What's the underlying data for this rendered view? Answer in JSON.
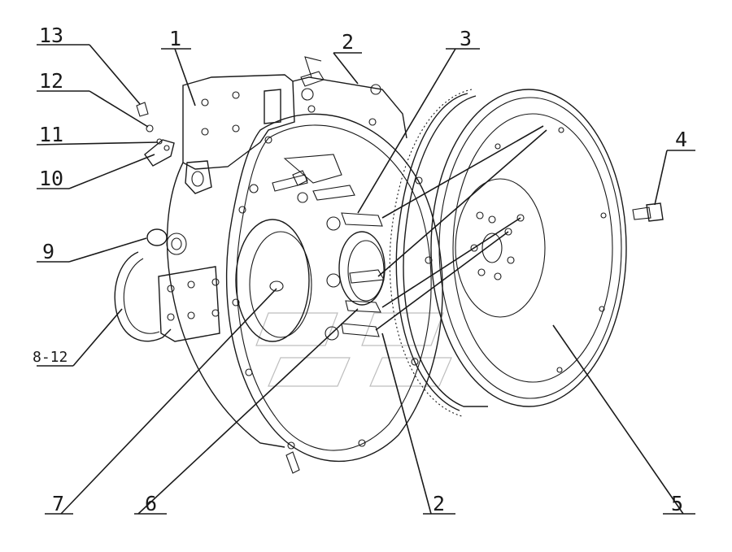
{
  "diagram": {
    "callouts": [
      {
        "id": "13",
        "text": "13"
      },
      {
        "id": "12",
        "text": "12"
      },
      {
        "id": "11",
        "text": "11"
      },
      {
        "id": "10",
        "text": "10"
      },
      {
        "id": "9",
        "text": "9"
      },
      {
        "id": "8-12",
        "text": "8-12"
      },
      {
        "id": "1",
        "text": "1"
      },
      {
        "id": "2a",
        "text": "2"
      },
      {
        "id": "3",
        "text": "3"
      },
      {
        "id": "4",
        "text": "4"
      },
      {
        "id": "5",
        "text": "5"
      },
      {
        "id": "2b",
        "text": "2"
      },
      {
        "id": "6",
        "text": "6"
      },
      {
        "id": "7",
        "text": "7"
      }
    ],
    "colors": {
      "ink": "#1a1a1a",
      "watermark": "#bdbdbd",
      "background": "#ffffff"
    }
  }
}
